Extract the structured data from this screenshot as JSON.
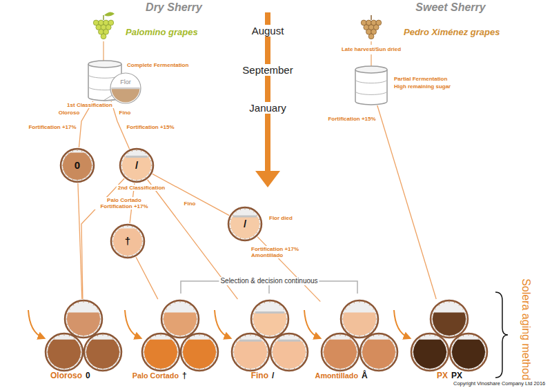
{
  "diagram": {
    "nodes": [
      {
        "text": [
          "Complete Fermentation"
        ]
      },
      {
        "text": [
          "Flor"
        ]
      },
      {
        "text": [
          "0"
        ]
      },
      {
        "text": [
          "/"
        ]
      },
      {
        "text": [
          "†"
        ]
      },
      {
        "text": [
          "/",
          "Flor died"
        ]
      },
      {
        "text": [
          "Partial Fermentation",
          "High remaining sugar"
        ]
      },
      {
        "text": [
          "Oloroso",
          "0"
        ]
      },
      {
        "text": [
          "Palo Cortado",
          "†"
        ]
      },
      {
        "text": [
          "Fino",
          "/"
        ]
      },
      {
        "text": [
          "Amontillado",
          "Å"
        ]
      },
      {
        "text": [
          "PX",
          "PX"
        ]
      }
    ],
    "edges": [
      {
        "from": 0,
        "to": 2,
        "label": "Fortification +17%",
        "arrow": "none"
      },
      {
        "from": 0,
        "to": 3,
        "label": "Fortification +15%",
        "arrow": "none"
      },
      {
        "from": 3,
        "to": 4,
        "label": "Palo Cortado Fortification +17%",
        "arrow": "none"
      },
      {
        "from": 3,
        "to": 7,
        "arrow": "none"
      },
      {
        "from": 3,
        "to": 9,
        "label": "Fino",
        "arrow": "none"
      },
      {
        "from": 3,
        "to": 5,
        "arrow": "none"
      },
      {
        "from": 5,
        "to": 10,
        "label": "Fortification +17% Amontillado",
        "arrow": "none"
      },
      {
        "from": 2,
        "to": 7,
        "arrow": "none"
      },
      {
        "from": 4,
        "to": 8,
        "arrow": "none"
      },
      {
        "from": 6,
        "to": 11,
        "label": "Fortification +15%",
        "arrow": "none"
      }
    ],
    "labels": [
      "Dry Sherry",
      "Sweet Sherry",
      "Palomino grapes",
      "Pedro Ximénez grapes",
      "August",
      "September",
      "January",
      "Late harvest/Sun dried",
      "1st Classification",
      "Oloroso",
      "Fino",
      "2nd Classification",
      "Selection & decision continuous",
      "Solera aging method",
      "Copyright Vinoshare Company Ltd 2016"
    ]
  }
}
